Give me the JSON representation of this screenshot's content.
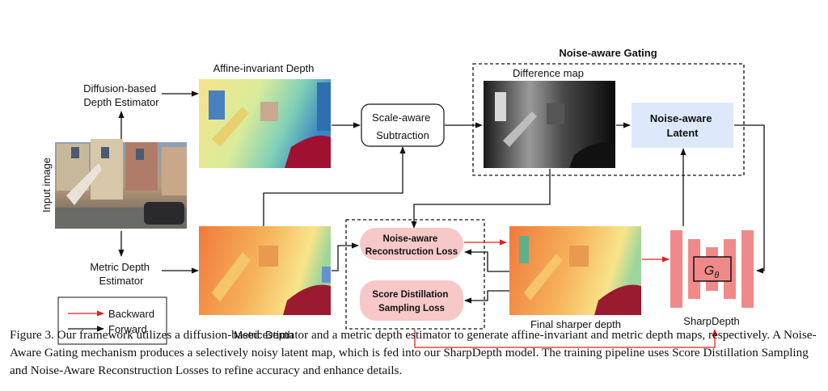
{
  "figure": {
    "input_label": "Input image",
    "diffusion_estimator_label": [
      "Diffusion-based",
      "Depth Estimator"
    ],
    "affine_depth_label": "Affine-invariant Depth",
    "metric_estimator_label": [
      "Metric Depth",
      "Estimator"
    ],
    "metric_depth_label": "Metric Depth",
    "scale_aware_label": [
      "Scale-aware",
      "Subtraction"
    ],
    "gating_title": "Noise-aware Gating",
    "difference_map_label": "Difference map",
    "noise_latent_label": [
      "Noise-aware",
      "Latent"
    ],
    "recon_loss_label": [
      "Noise-aware",
      "Reconstruction Loss"
    ],
    "sds_loss_label": [
      "Score Distillation",
      "Sampling Loss"
    ],
    "final_depth_label": "Final sharper depth",
    "model_label": "SharpDepth",
    "generator_symbol": "G",
    "generator_subscript": "θ",
    "legend": {
      "backward": "Backward",
      "forward": "Forward"
    }
  },
  "caption": "Figure 3.  Our framework utilizes a diffusion-based estimator and a metric depth estimator to generate affine-invariant and metric depth maps, respectively. A Noise-Aware Gating mechanism produces a selectively noisy latent map, which is fed into our SharpDepth model. The training pipeline uses Score Distillation Sampling and Noise-Aware Reconstruction Losses to refine accuracy and enhance details.",
  "colors": {
    "backward_arrow": "#e02020",
    "forward_arrow": "#111111",
    "loss_box": "#f6c8c8",
    "latent_box": "#dde9fb",
    "model_block": "#f08a8a"
  }
}
